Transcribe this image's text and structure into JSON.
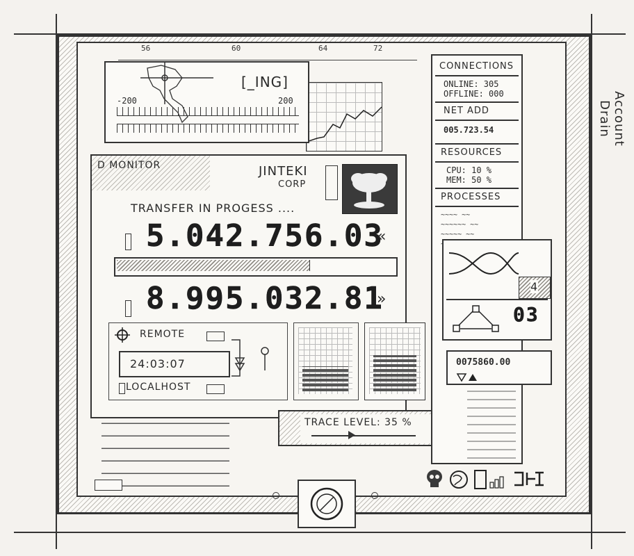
{
  "side_label": "Account Drain",
  "ruler": {
    "ticks": [
      "56",
      "60",
      "64",
      "72"
    ]
  },
  "map_panel": {
    "label": "[_ING]",
    "range_min": "-200",
    "range_max": "200"
  },
  "monitor": {
    "title": "D MONITOR",
    "corp_name": "JINTEKI",
    "corp_sub": "CORP",
    "transfer_label": "TRANSFER IN PROGESS ....",
    "source_amount": "5.042.756.03",
    "target_amount": "8.995.032.81",
    "transfer_progress": 0.7,
    "remote_label": "REMOTE",
    "timer": "24:03:07",
    "localhost_label": "LOCALHOST",
    "trace_label": "TRACE LEVEL: 35 %",
    "trace_level_percent": 35
  },
  "sidebar": {
    "connections_title": "CONNECTIONS",
    "online": "ONLINE: 305",
    "offline": "OFFLINE: 000",
    "net_add_title": "NET ADD",
    "net_add_value": "005.723.54",
    "resources_title": "RESOURCES",
    "cpu": "CPU: 10 %",
    "mem": "MEM: 50 %",
    "processes_title": "PROCESSES",
    "process_rows": [
      "~~~~ ~~",
      "~~~~~~ ~~",
      "~~~~~ ~~",
      "~~~ ~~"
    ]
  },
  "node_panel": {
    "count": "03",
    "badge": "4"
  },
  "balance": {
    "value": "0075860.00"
  },
  "icons": [
    "skull-icon",
    "globe-icon",
    "card-icon",
    "signal-bars-icon",
    "circuit-icon"
  ]
}
